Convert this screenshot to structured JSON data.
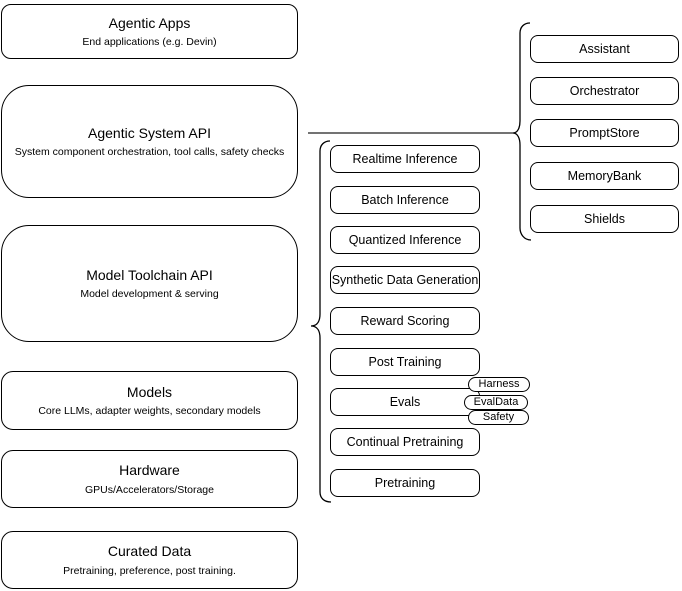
{
  "left_stack": [
    {
      "title": "Agentic Apps",
      "subtitle": "End applications (e.g. Devin)"
    },
    {
      "title": "Agentic System API",
      "subtitle": "System component orchestration, tool calls, safety checks"
    },
    {
      "title": "Model Toolchain API",
      "subtitle": "Model development & serving"
    },
    {
      "title": "Models",
      "subtitle": "Core LLMs, adapter weights, secondary models"
    },
    {
      "title": "Hardware",
      "subtitle": "GPUs/Accelerators/Storage"
    },
    {
      "title": "Curated Data",
      "subtitle": "Pretraining, preference, post training."
    }
  ],
  "toolchain_items": [
    "Realtime Inference",
    "Batch Inference",
    "Quantized Inference",
    "Synthetic Data Generation",
    "Reward Scoring",
    "Post Training",
    "Evals",
    "Continual Pretraining",
    "Pretraining"
  ],
  "eval_tags": [
    "Harness",
    "EvalData",
    "Safety"
  ],
  "system_components": [
    "Assistant",
    "Orchestrator",
    "PromptStore",
    "MemoryBank",
    "Shields"
  ],
  "colors": {
    "background": "#ffffff",
    "node_fill": "#ffffff",
    "node_border": "#000000",
    "text": "#000000",
    "connector_line": "#737373"
  }
}
